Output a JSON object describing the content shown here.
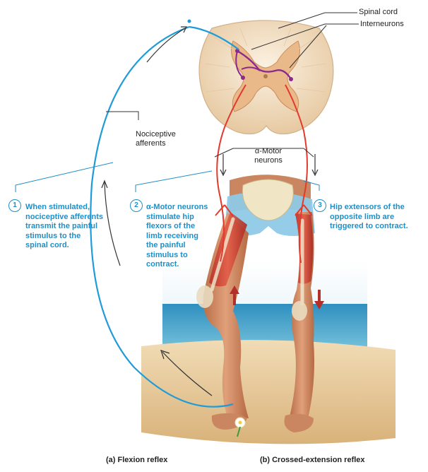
{
  "labels": {
    "spinal_cord": "Spinal cord",
    "interneurons": "Interneurons",
    "nociceptive_afferents_line1": "Nociceptive",
    "nociceptive_afferents_line2": "afferents",
    "alpha_motor_line1": "α-Motor",
    "alpha_motor_line2": "neurons"
  },
  "steps": [
    {
      "number": "1",
      "lines": [
        "When stimulated,",
        "nociceptive afferents",
        "transmit the painful",
        "stimulus to the",
        "spinal cord."
      ]
    },
    {
      "number": "2",
      "lines": [
        "α-Motor neurons",
        "stimulate hip",
        "flexors of the",
        "limb receiving",
        "the painful",
        "stimulus to",
        "contract."
      ]
    },
    {
      "number": "3",
      "lines": [
        "Hip extensors of the",
        "opposite limb are",
        "triggered to contract."
      ]
    }
  ],
  "captions": {
    "a": "(a) Flexion reflex",
    "b": "(b) Crossed-extension reflex"
  },
  "colors": {
    "afferent": "#1f9bd7",
    "motor": "#e23a2e",
    "interneuron": "#8b2a8b",
    "step_text": "#1f8fc7"
  }
}
